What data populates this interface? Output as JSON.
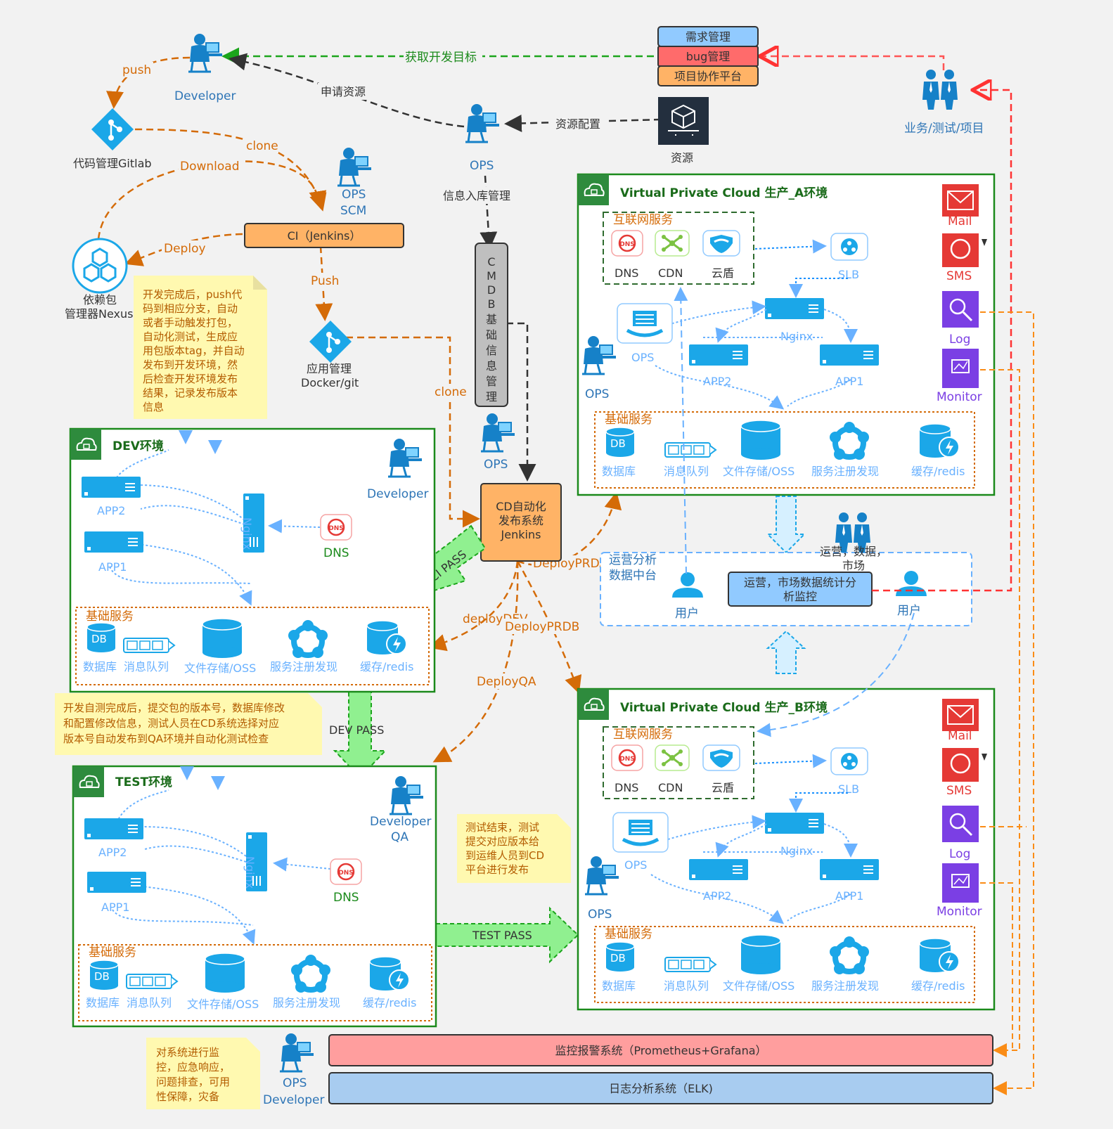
{
  "people": {
    "developer": "Developer",
    "ops_scm_1": "OPS",
    "ops_scm_2": "SCM",
    "ops": "OPS",
    "biz": "业务/测试/项目",
    "ops_cmdb": "OPS",
    "dev_env_dev": "Developer",
    "test_dev_1": "Developer",
    "test_dev_2": "QA",
    "prod_a_ops": "OPS",
    "prod_b_ops": "OPS",
    "ops_bottom_1": "OPS",
    "ops_bottom_2": "Developer",
    "ops_market_1": "运营，数据，",
    "ops_market_2": "市场"
  },
  "tools": {
    "gitlab": "代码管理Gitlab",
    "nexus_1": "依赖包",
    "nexus_2": "管理器Nexus",
    "ci": "CI（Jenkins）",
    "app_mgmt_1": "应用管理",
    "app_mgmt_2": "Docker/git",
    "cmdb_letters": [
      "C",
      "M",
      "D",
      "B",
      "基",
      "础",
      "信",
      "息",
      "管",
      "理"
    ],
    "cd_1": "CD自动化",
    "cd_2": "发布系统",
    "cd_3": "Jenkins",
    "resource": "资源",
    "mgmt_platform": [
      "需求管理",
      "bug管理",
      "项目协作平台"
    ]
  },
  "edges": {
    "push": "push",
    "clone": "clone",
    "download": "Download",
    "deploy": "Deploy",
    "push2": "Push",
    "clone2": "clone",
    "get_target": "获取开发目标",
    "request_res": "申请资源",
    "res_config": "资源配置",
    "info_mgmt": "信息入库管理",
    "ci_pass": "CI PASS",
    "deploy_prda": "DeployPRDA",
    "deploy_prdb": "DeployPRDB",
    "deploy_dev": "deployDEV",
    "deploy_qa": "DeployQA",
    "dev_pass": "DEV PASS",
    "test_pass": "TEST PASS"
  },
  "notes": {
    "ci_note": [
      "开发完成后，push代",
      "码到相应分支，自动",
      "或者手动触发打包，",
      "自动化测试，生成应",
      "用包版本tag，并自动",
      "发布到开发环境，然",
      "后检查开发环境发布",
      "结果，记录发布版本",
      "信息"
    ],
    "qa_note": [
      "开发自测完成后，提交包的版本号，数据库修改",
      "和配置修改信息，测试人员在CD系统选择对应",
      "版本号自动发布到QA环境并自动化测试检查"
    ],
    "release_note": [
      "测试结束，测试",
      "提交对应版本给",
      "到运维人员到CD",
      "平台进行发布"
    ],
    "monitor_note": [
      "对系统进行监",
      "控，应急响应，",
      "问题排查，可用",
      "性保障，灾备"
    ]
  },
  "envs": {
    "dev_title": "DEV环境",
    "test_title": "TEST环境",
    "prod_a_title": "Virtual Private Cloud   生产_A环境",
    "prod_b_title": "Virtual Private Cloud   生产_B环境",
    "base_services": "基础服务",
    "internet_services": "互联网服务",
    "nginx": "Nginx",
    "app1": "APP1",
    "app2": "APP2",
    "dns": "DNS",
    "cdn": "CDN",
    "shield": "云盾",
    "slb": "SLB",
    "ops": "OPS",
    "db_icon": "DB",
    "db": "数据库",
    "mq": "消息队列",
    "oss": "文件存储/OSS",
    "registry": "服务注册发现",
    "cache": "缓存/redis"
  },
  "side_icons": {
    "mail": "Mail",
    "sms": "SMS",
    "log": "Log",
    "monitor": "Monitor"
  },
  "analytics": {
    "title_1": "运营分析",
    "title_2": "数据中台",
    "box_1": "运营，市场数据统计分",
    "box_2": "析监控",
    "user": "用户"
  },
  "bottom": {
    "monitoring": "监控报警系统（Prometheus+Grafana）",
    "logging": "日志分析系统（ELK)"
  },
  "colors": {
    "orange": "#d46b08",
    "green_border": "#1b8a1b",
    "blue_icon": "#1ba7e8",
    "note_bg": "#fff9b0"
  }
}
